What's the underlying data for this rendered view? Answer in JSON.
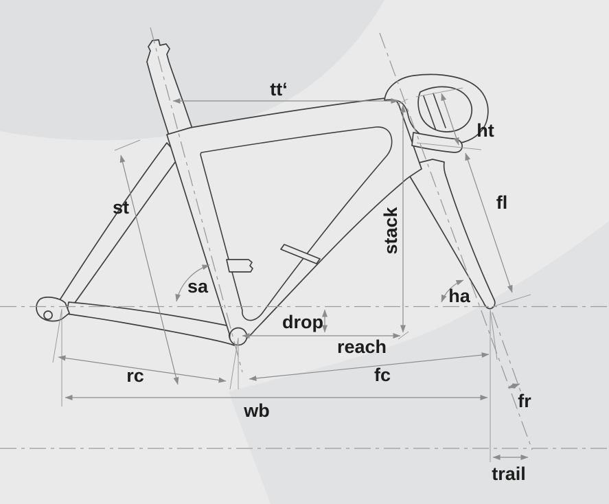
{
  "colors": {
    "bg": "#eaeaea",
    "blob_top_left": "#dfe0e1",
    "blob_bottom_right": "#e1e2e3",
    "frame_line": "#3f3f3f",
    "measure_line": "#8c8c8c",
    "guide_line": "#9b9b9b",
    "label_text": "#1d1d1d",
    "fill": "#eaeaea"
  },
  "diagram": {
    "labels": {
      "tt": "tt‘",
      "st": "st",
      "ht": "ht",
      "fl": "fl",
      "stack": "stack",
      "sa": "sa",
      "ha": "ha",
      "drop": "drop",
      "reach": "reach",
      "rc": "rc",
      "fc": "fc",
      "wb": "wb",
      "fr": "fr",
      "trail": "trail"
    }
  }
}
